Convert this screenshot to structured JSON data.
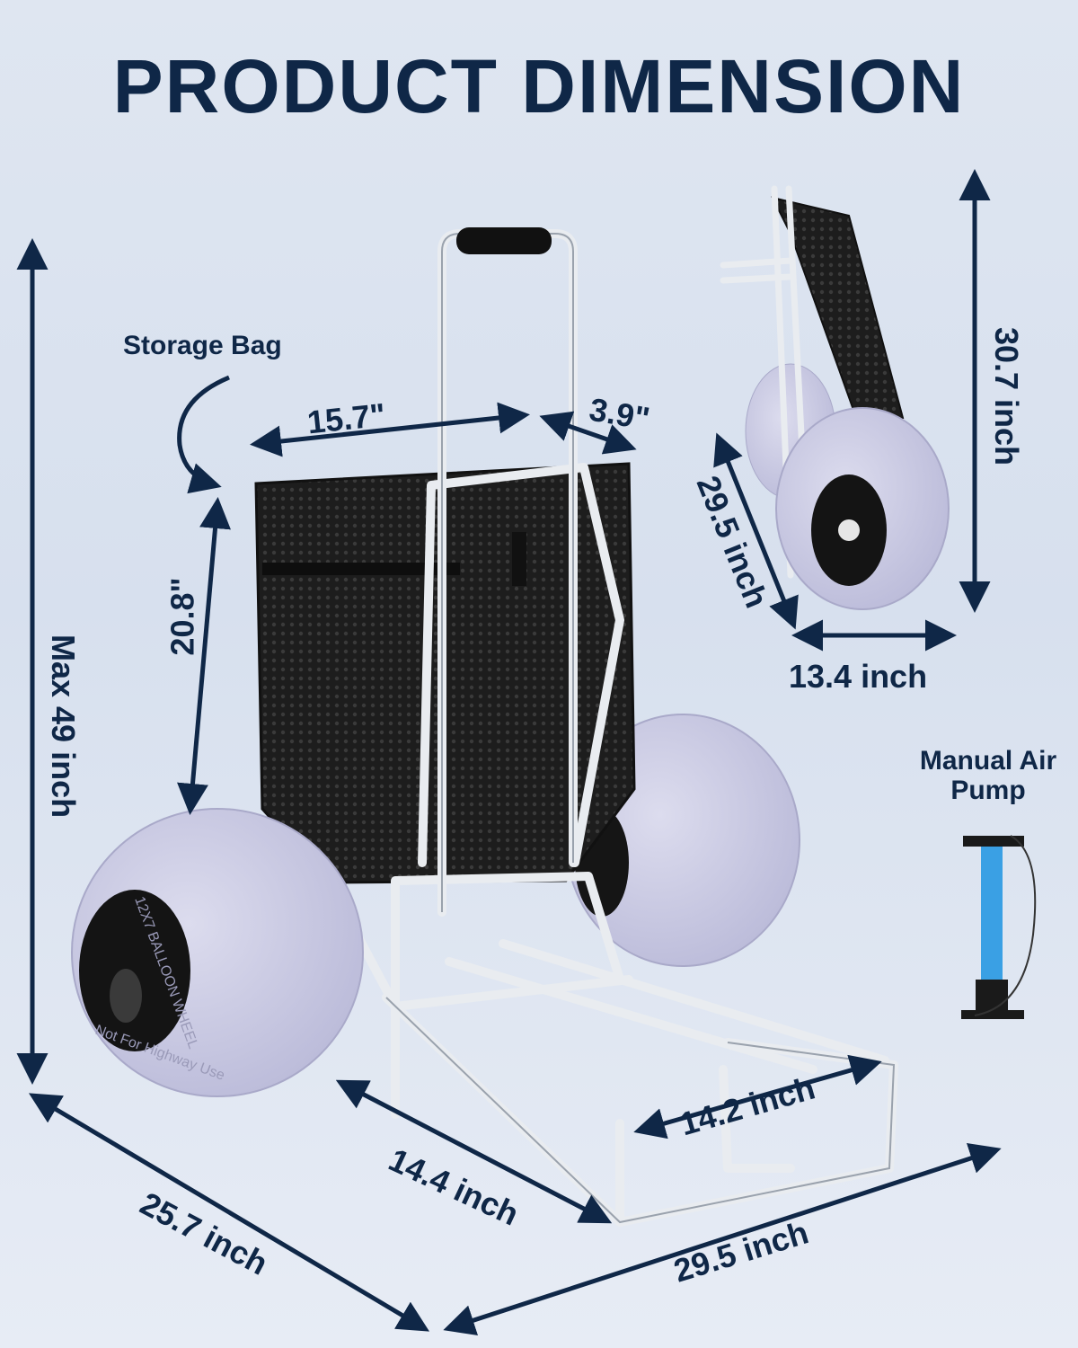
{
  "title": "PRODUCT DIMENSION",
  "callouts": {
    "storage_bag": "Storage Bag",
    "manual_air_pump": "Manual Air Pump"
  },
  "dimensions": {
    "bag_width": "15.7\"",
    "bag_depth": "3.9\"",
    "bag_height": "20.8\"",
    "max_height": "Max 49 inch",
    "folded_height": "30.7 inch",
    "folded_length": "29.5 inch",
    "folded_width": "13.4 inch",
    "platform_width": "14.2 inch",
    "platform_depth": "14.4 inch",
    "overall_width": "25.7 inch",
    "overall_length": "29.5 inch"
  },
  "wheel_text": {
    "size_brand": "12X7 BALLOON WHEEL",
    "warning": "Not For Highway Use"
  },
  "colors": {
    "navy": "#0f2747",
    "background": "#dde4ef",
    "wheel": "#c9c9e3",
    "frame": "#e9ecf0",
    "mesh": "#1b1b1b",
    "pump": "#3aa0e4"
  }
}
